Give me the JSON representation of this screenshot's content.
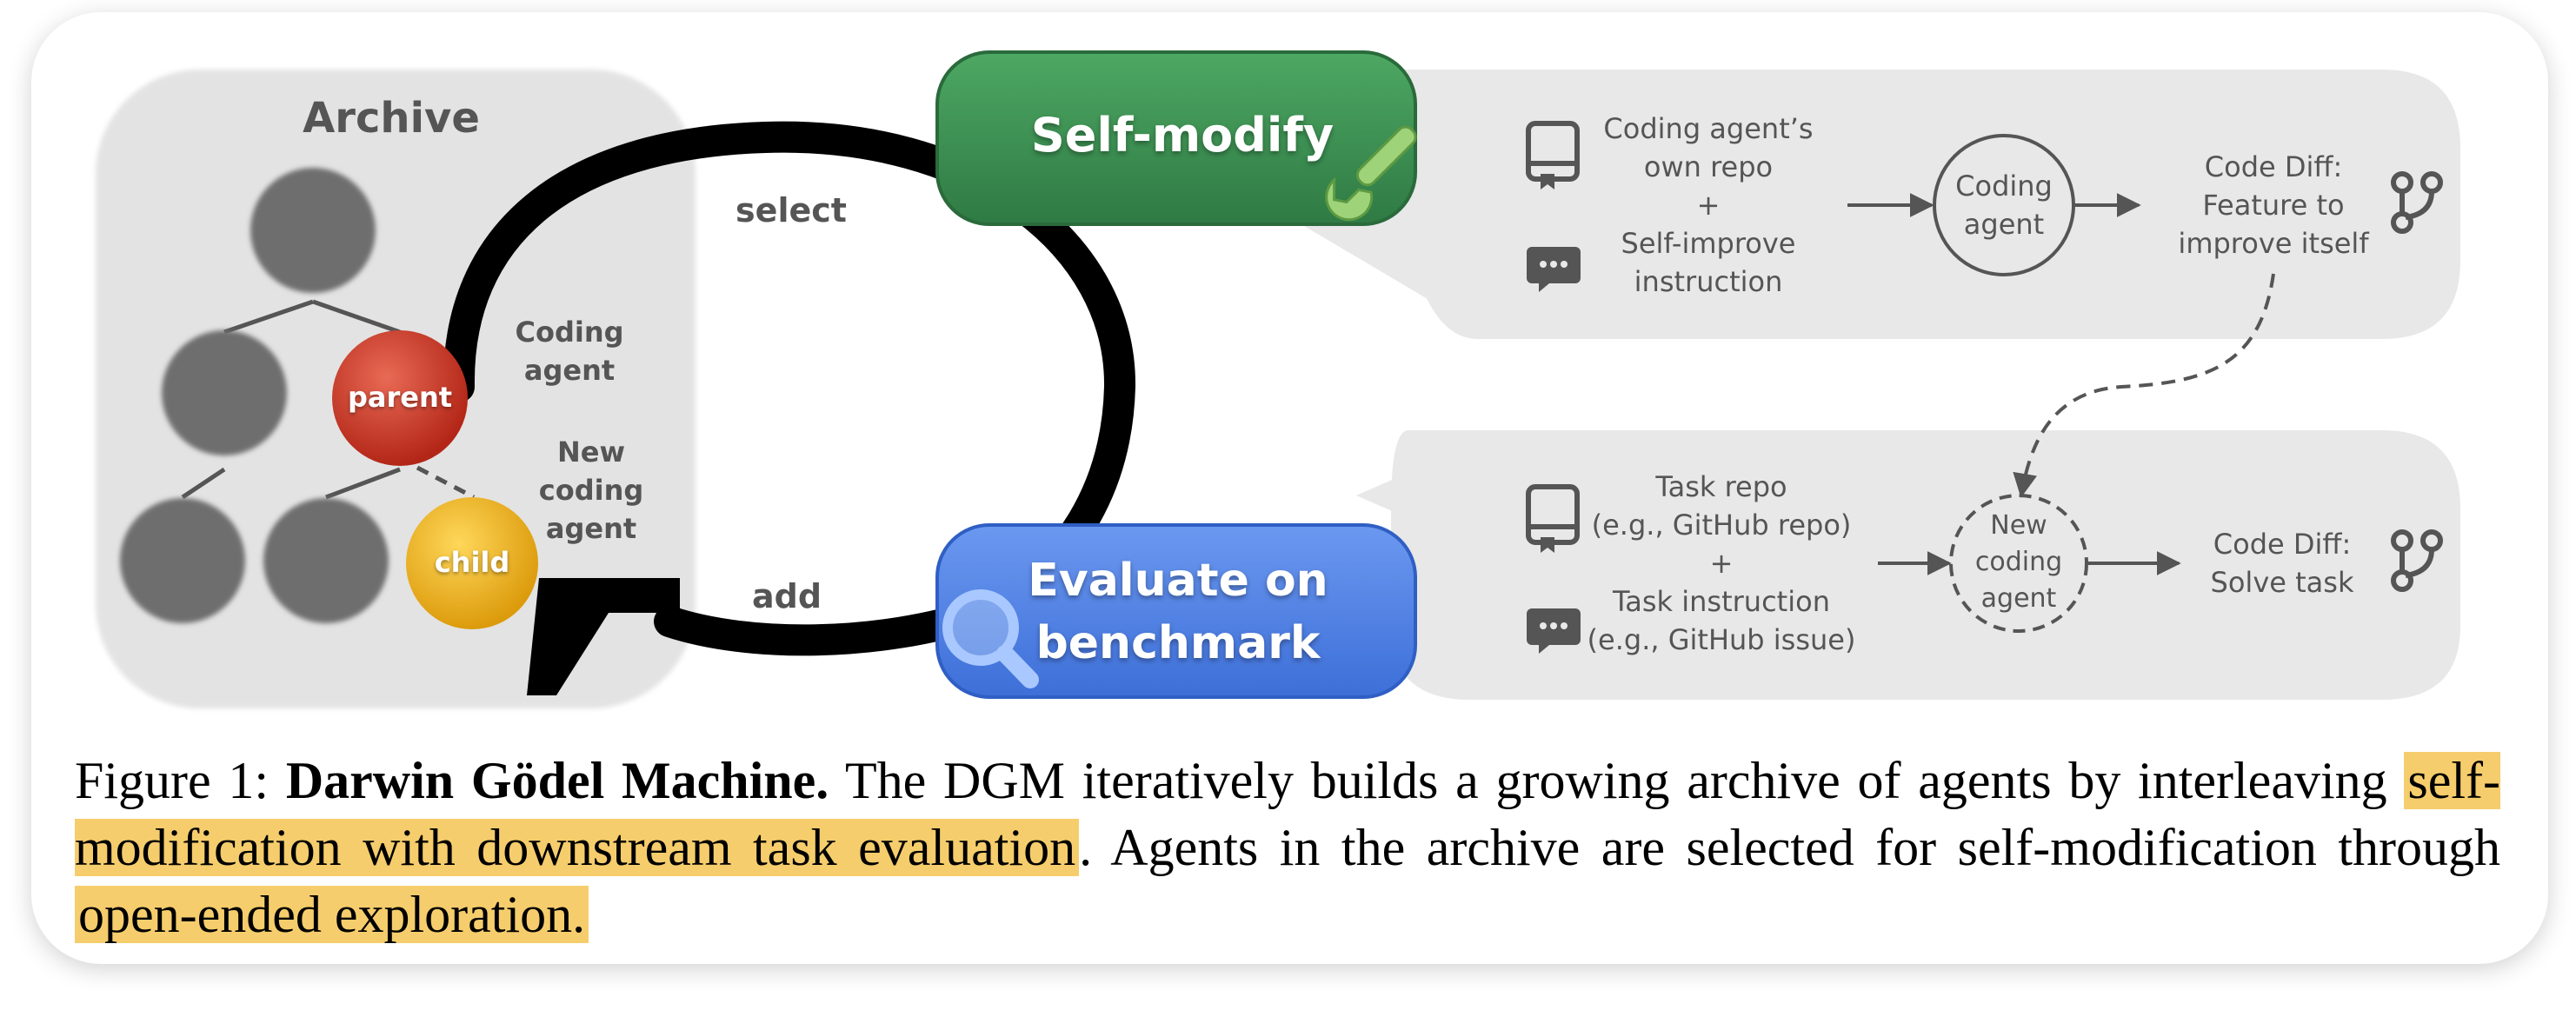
{
  "archive": {
    "title": "Archive",
    "parent_label": "parent",
    "child_label": "child"
  },
  "loop": {
    "select_label": "select",
    "add_label": "add",
    "coding_agent_label": [
      "Coding",
      "agent"
    ],
    "new_coding_agent_label": [
      "New",
      "coding",
      "agent"
    ]
  },
  "self_modify": {
    "label": "Self-modify",
    "icon": "wrench-icon",
    "color": "#3a8c4f"
  },
  "evaluate": {
    "label_lines": [
      "Evaluate on",
      "benchmark"
    ],
    "icon": "magnifier-icon",
    "color": "#4f80e0"
  },
  "top_panel": {
    "repo_text": [
      "Coding agent’s",
      "own repo"
    ],
    "plus": "+",
    "instruction_text": [
      "Self-improve",
      "instruction"
    ],
    "agent_text": [
      "Coding",
      "agent"
    ],
    "output_text": [
      "Code Diff:",
      "Feature to",
      "improve itself"
    ]
  },
  "bottom_panel": {
    "repo_text": [
      "Task repo",
      "(e.g., GitHub repo)"
    ],
    "plus": "+",
    "instruction_text": [
      "Task instruction",
      "(e.g., GitHub issue)"
    ],
    "agent_text": [
      "New",
      "coding",
      "agent"
    ],
    "output_text": [
      "Code Diff:",
      "Solve task"
    ]
  },
  "caption": {
    "prefix": "Figure 1: ",
    "title": "Darwin Gödel Machine.",
    "text1": " The DGM iteratively builds a growing archive of agents by interleaving ",
    "highlight1": "self-modification with downstream task evaluation",
    "text2": ". Agents in the archive are selected for self-modification through ",
    "highlight2": "open-ended exploration."
  },
  "colors": {
    "panel": "#e8e8e8",
    "archive_bg": "#e3e3e3",
    "parent_node": "#cc3a2a",
    "child_node": "#f2b61c",
    "highlight": "#f6cd6c",
    "node_gray": "#6e6e6e"
  }
}
